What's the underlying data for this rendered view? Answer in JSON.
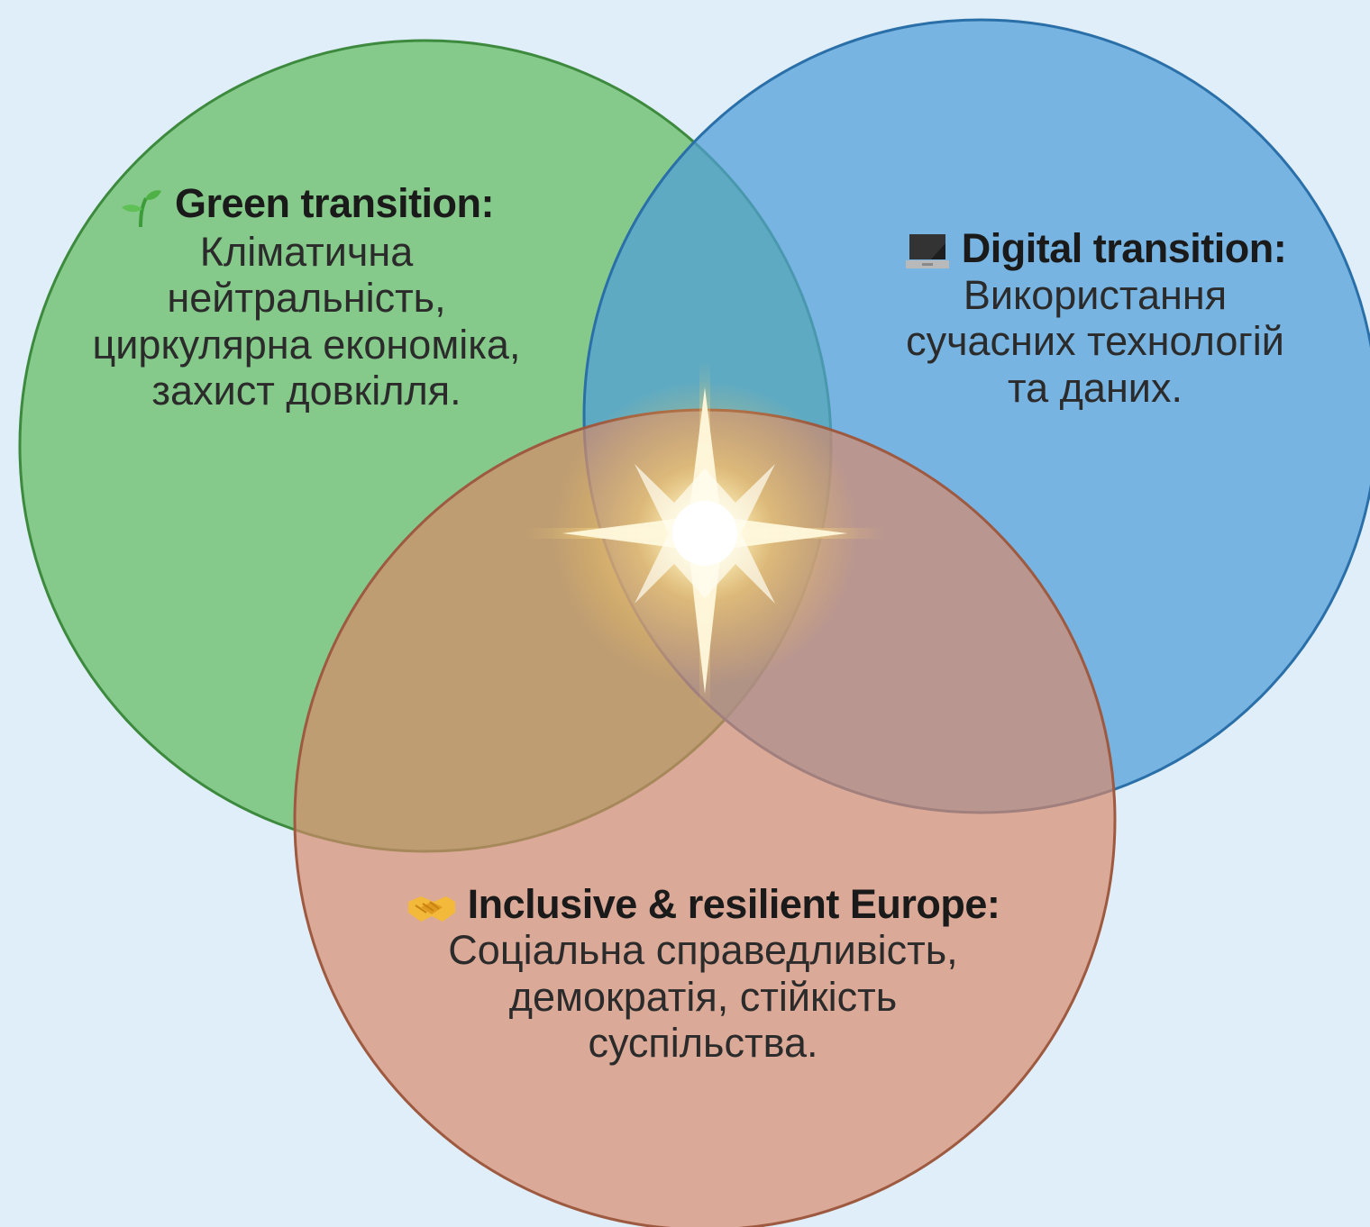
{
  "colors": {
    "background": "#dfeef8",
    "green_fill": "#6cc06a",
    "green_stroke": "#3d8a3f",
    "blue_fill": "#4f9ed9",
    "blue_stroke": "#2a6fa8",
    "coral_fill": "#d88868",
    "coral_stroke": "#9e5a40",
    "glow": "#ffe9a0"
  },
  "circles": [
    {
      "id": "green",
      "icon": "sprout-icon",
      "title": "Green transition:",
      "lines": [
        "Кліматична",
        "нейтральність,",
        "циркулярна економіка,",
        "захист довкілля."
      ]
    },
    {
      "id": "digital",
      "icon": "laptop-icon",
      "title": "Digital transition:",
      "lines": [
        "Використання",
        "сучасних технологій",
        "та даних."
      ]
    },
    {
      "id": "inclusive",
      "icon": "handshake-icon",
      "title": "Inclusive & resilient Europe:",
      "lines": [
        "Соціальна справедливість,",
        "демократія, стійкість",
        "суспільства."
      ]
    }
  ],
  "center": {
    "icon": "star-glow-icon"
  }
}
